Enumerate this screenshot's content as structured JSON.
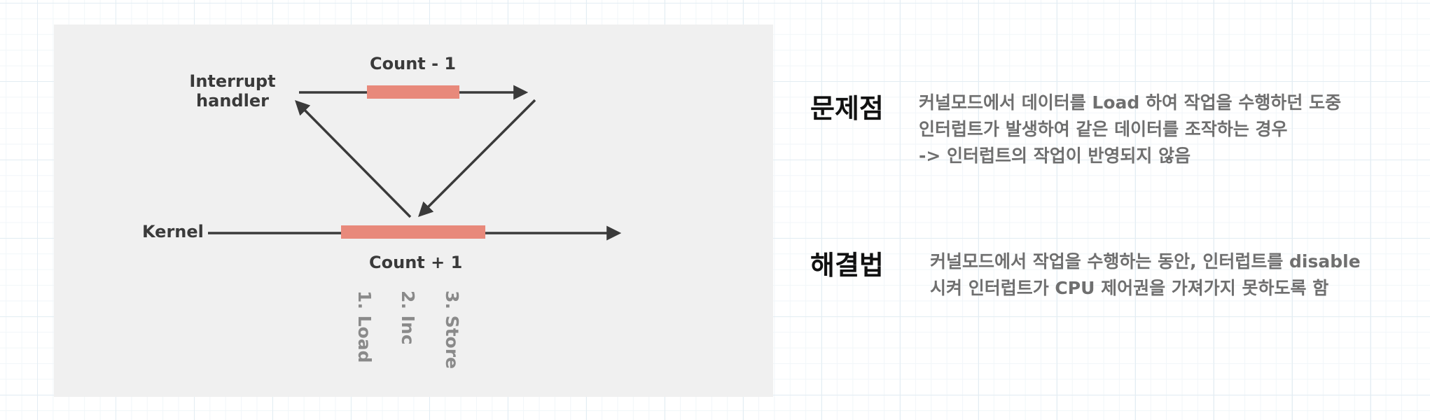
{
  "diagram": {
    "interrupt_handler_label": "Interrupt\nhandler",
    "kernel_label": "Kernel",
    "count_minus_label": "Count - 1",
    "count_plus_label": "Count + 1",
    "steps": [
      "1. Load",
      "2. Inc",
      "3. Store"
    ],
    "colors": {
      "panel": "#f0f0f0",
      "line": "#3a3a3a",
      "bar": "#e8897b",
      "step_text": "#8a8a8a"
    }
  },
  "problem": {
    "title": "문제점",
    "lines": [
      "커널모드에서 데이터를 Load 하여 작업을 수행하던 도중",
      "인터럽트가 발생하여 같은 데이터를 조작하는 경우",
      "-> 인터럽트의 작업이 반영되지 않음"
    ]
  },
  "solution": {
    "title": "해결법",
    "lines": [
      "커널모드에서 작업을 수행하는 동안, 인터럽트를 disable",
      "시켜 인터럽트가 CPU 제어권을 가져가지 못하도록 함"
    ]
  }
}
